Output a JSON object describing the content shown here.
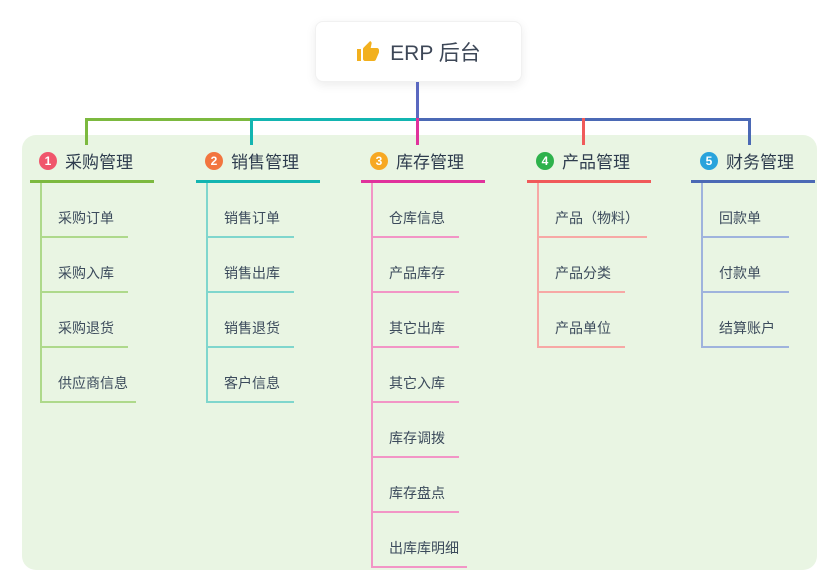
{
  "root": {
    "title": "ERP 后台",
    "icon": "thumbs-up-icon"
  },
  "colors": {
    "root_connector": "#5a68c0",
    "panel_bg": "#e9f5e3",
    "card_text": "#3d4757",
    "header_text": "#2e3c4e",
    "child_text": "#3c4b5c",
    "icon": "#f2b01e"
  },
  "branches": [
    {
      "index": "1",
      "label": "采购管理",
      "circle_color": "#f0566c",
      "line_color": "#7cb93f",
      "child_line_color": "#aed98b",
      "children": [
        "采购订单",
        "采购入库",
        "采购退货",
        "供应商信息"
      ]
    },
    {
      "index": "2",
      "label": "销售管理",
      "circle_color": "#f2753f",
      "line_color": "#13b5b1",
      "child_line_color": "#7fd6cd",
      "children": [
        "销售订单",
        "销售出库",
        "销售退货",
        "客户信息"
      ]
    },
    {
      "index": "3",
      "label": "库存管理",
      "circle_color": "#f7a823",
      "line_color": "#e0329c",
      "child_line_color": "#f295c6",
      "children": [
        "仓库信息",
        "产品库存",
        "其它出库",
        "其它入库",
        "库存调拨",
        "库存盘点",
        "出库库明细"
      ]
    },
    {
      "index": "4",
      "label": "产品管理",
      "circle_color": "#2eb24c",
      "line_color": "#f05a5a",
      "child_line_color": "#f7a8a5",
      "children": [
        "产品（物料）",
        "产品分类",
        "产品单位"
      ]
    },
    {
      "index": "5",
      "label": "财务管理",
      "circle_color": "#29a3dc",
      "line_color": "#4b69b5",
      "child_line_color": "#9fb3dd",
      "children": [
        "回款单",
        "付款单",
        "结算账户"
      ]
    }
  ]
}
